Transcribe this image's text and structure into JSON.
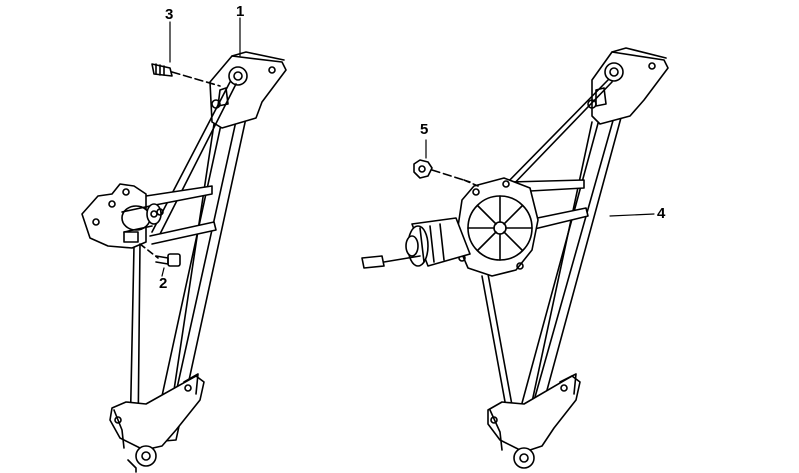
{
  "diagram": {
    "callouts": [
      {
        "id": "1",
        "label": "1"
      },
      {
        "id": "2",
        "label": "2"
      },
      {
        "id": "3",
        "label": "3"
      },
      {
        "id": "4",
        "label": "4"
      },
      {
        "id": "5",
        "label": "5"
      }
    ],
    "line_color": "#000000",
    "background": "#ffffff"
  }
}
